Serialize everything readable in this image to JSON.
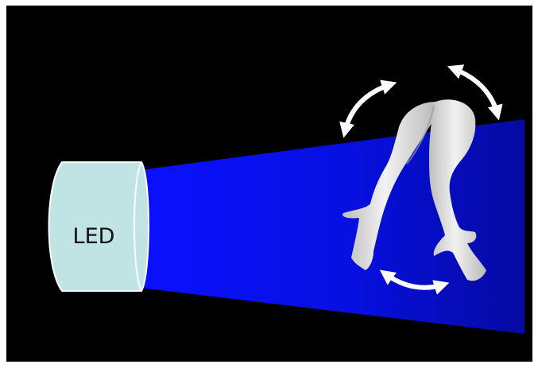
{
  "led": {
    "label": "LED",
    "body_color": "#c0e3e3",
    "outline_color": "#ffffff"
  },
  "beam": {
    "color_start": "#0a10ff",
    "color_end": "#050aa0"
  },
  "subject": {
    "icon": "hind-limbs-specimen",
    "color": "#d9d9d9"
  },
  "rotation_arrows": {
    "icon": "double-headed-curved-arrow",
    "count": 3,
    "color": "#ffffff"
  },
  "background_color": "#000000"
}
